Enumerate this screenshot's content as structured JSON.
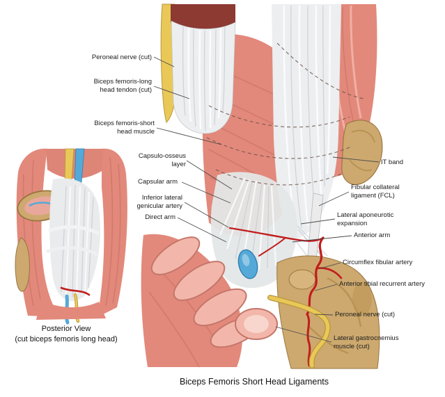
{
  "figure": {
    "title_caption": "Biceps Femoris Short Head Ligaments",
    "inset_caption_line1": "Posterior View",
    "inset_caption_line2": "(cut biceps femoris long head)"
  },
  "labels": {
    "left": [
      {
        "text": "Peroneal nerve (cut)"
      },
      {
        "text": "Biceps femoris-long head tendon (cut)"
      },
      {
        "text": "Biceps femoris-short head muscle"
      },
      {
        "text": "Capsulo-osseus layer"
      },
      {
        "text": "Capsular arm"
      },
      {
        "text": "Inferior lateral genicular artery"
      },
      {
        "text": "Direct arm"
      }
    ],
    "right": [
      {
        "text": "IT band"
      },
      {
        "text": "Fibular collateral ligament (FCL)"
      },
      {
        "text": "Lateral aponeurotic expansion"
      },
      {
        "text": "Anterior arm"
      },
      {
        "text": "Circumflex fibular artery"
      },
      {
        "text": "Anterior tibial recurrent artery"
      },
      {
        "text": "Peroneal nerve (cut)"
      },
      {
        "text": "Lateral gastrocnemius muscle (cut)"
      }
    ]
  },
  "colors": {
    "muscle": "#e2897b",
    "muscle-light": "#f2b7aa",
    "muscle-dark": "#c06b5e",
    "tendon": "#eceef0",
    "bone": "#cda96f",
    "bone-dark": "#9a7640",
    "artery": "#c11d1d",
    "nerve": "#e9c858",
    "nerve-dark": "#b8973c",
    "vein": "#55a9d8",
    "leader-line": "#4a4a4a",
    "text": "#1c1c1c"
  }
}
